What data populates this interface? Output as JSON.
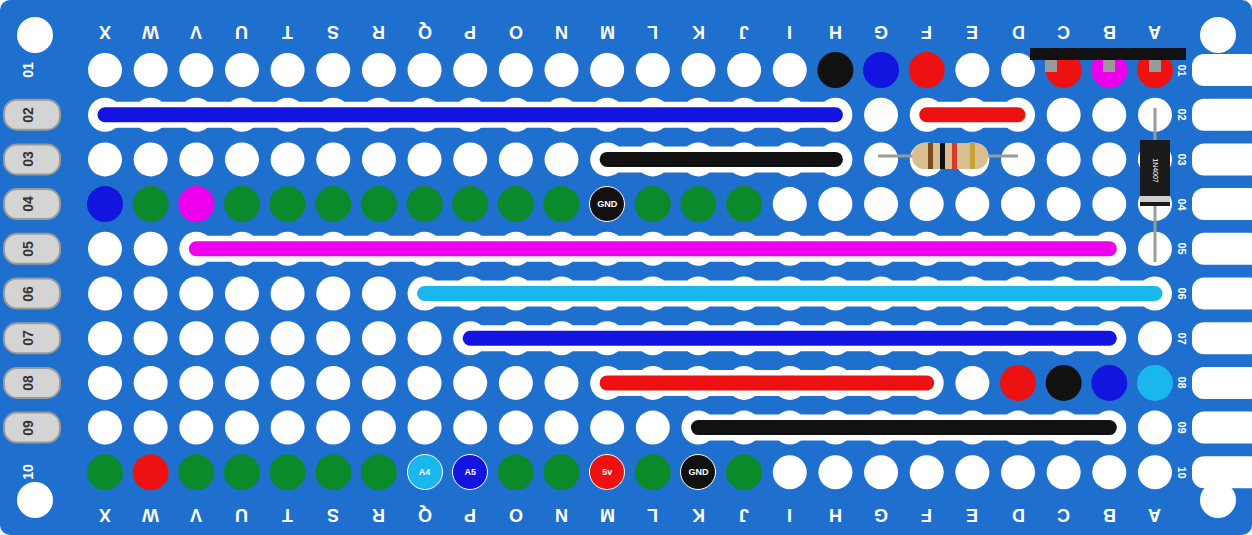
{
  "diagram": {
    "nodes": [
      {
        "text": [
          "GND"
        ]
      },
      {
        "text": [
          "A4"
        ]
      },
      {
        "text": [
          "A5"
        ]
      },
      {
        "text": [
          "5v"
        ]
      },
      {
        "text": [
          "GND"
        ]
      }
    ],
    "labels": [
      "X",
      "W",
      "V",
      "U",
      "T",
      "S",
      "R",
      "Q",
      "P",
      "O",
      "N",
      "M",
      "L",
      "K",
      "J",
      "I",
      "H",
      "G",
      "F",
      "E",
      "D",
      "C",
      "B",
      "A",
      "01",
      "02",
      "03",
      "04",
      "05",
      "06",
      "07",
      "08",
      "09",
      "10",
      "01",
      "02",
      "03",
      "04",
      "05",
      "06",
      "07",
      "08",
      "09",
      "10",
      "1N4007",
      "X",
      "W",
      "V",
      "U",
      "T",
      "S",
      "R",
      "Q",
      "P",
      "O",
      "N",
      "M",
      "L",
      "K",
      "J",
      "I",
      "H",
      "G",
      "F",
      "E",
      "D",
      "C",
      "B",
      "A"
    ]
  }
}
